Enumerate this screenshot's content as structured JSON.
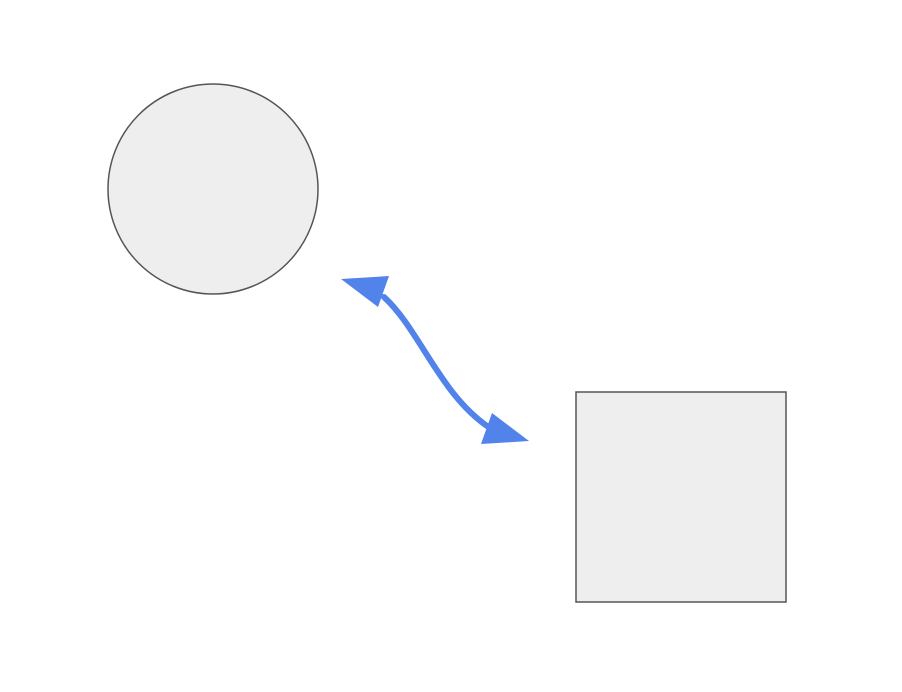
{
  "diagram": {
    "colors": {
      "background": "#ffffff",
      "shape_fill": "#eeeeee",
      "shape_stroke": "#555555",
      "connector": "#5283ea"
    },
    "shapes": [
      {
        "id": "circle",
        "kind": "circle"
      },
      {
        "id": "square",
        "kind": "rectangle"
      }
    ],
    "connectors": [
      {
        "id": "link",
        "from": "circle",
        "to": "square",
        "style": "curved",
        "arrowheads": "both"
      }
    ]
  }
}
